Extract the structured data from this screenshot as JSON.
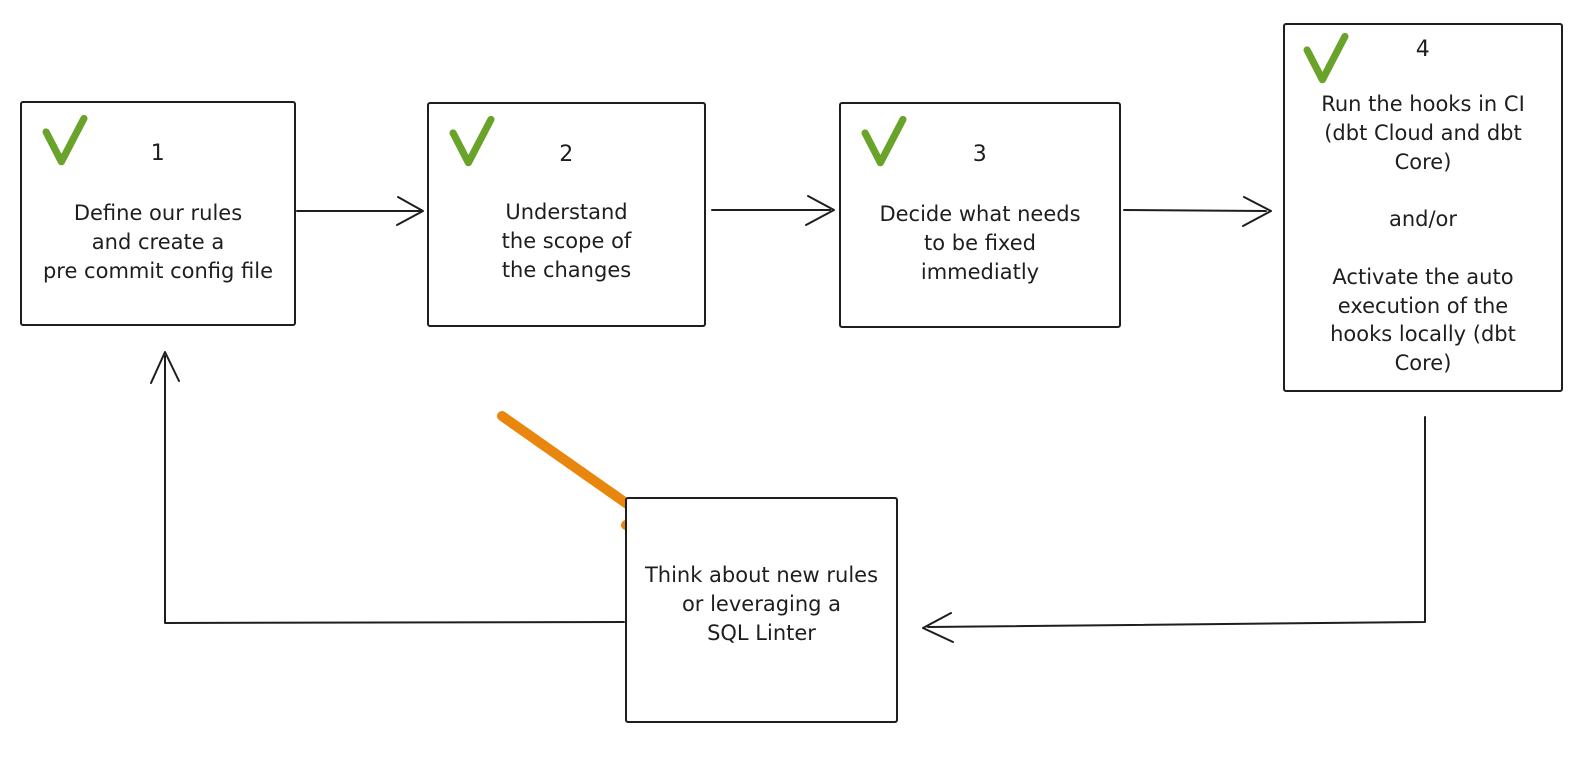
{
  "colors": {
    "stroke": "#1e1e1e",
    "check_green": "#6aa32a",
    "highlight_orange": "#e8860d",
    "background": "#ffffff"
  },
  "icons": {
    "checkmark": "✓"
  },
  "steps": [
    {
      "number": "1",
      "checked": true,
      "text": "Define our rules\nand create a\npre commit config file"
    },
    {
      "number": "2",
      "checked": true,
      "text": "Understand\nthe scope of\nthe changes"
    },
    {
      "number": "3",
      "checked": true,
      "text": "Decide what needs\nto be fixed\nimmediatly"
    },
    {
      "number": "4",
      "checked": true,
      "text": "Run the hooks in CI\n(dbt Cloud and dbt\nCore)\n\nand/or\n\nActivate the auto\nexecution of the\nhooks locally (dbt\nCore)"
    }
  ],
  "loop_box": {
    "text": "Think about new rules\nor leveraging a\nSQL Linter"
  },
  "connections": [
    {
      "from": "step-1",
      "to": "step-2",
      "style": "plain"
    },
    {
      "from": "step-2",
      "to": "step-3",
      "style": "plain"
    },
    {
      "from": "step-3",
      "to": "step-4",
      "style": "plain"
    },
    {
      "from": "step-4",
      "to": "loop-box",
      "style": "plain"
    },
    {
      "from": "loop-box",
      "to": "step-1",
      "style": "plain"
    },
    {
      "from": "",
      "to": "loop-box",
      "style": "orange-highlight"
    }
  ]
}
